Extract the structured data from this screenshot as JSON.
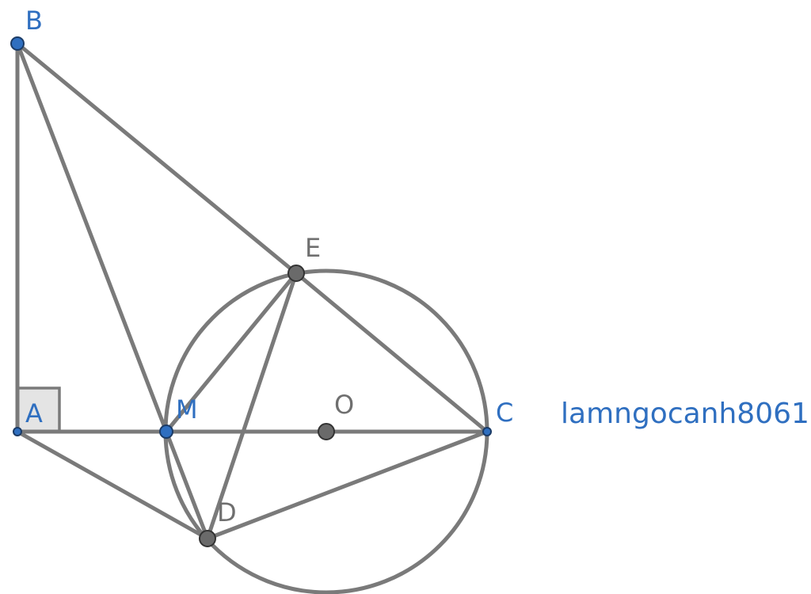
{
  "labels": {
    "B": "B",
    "A": "A",
    "M": "M",
    "O": "O",
    "C": "C",
    "E": "E",
    "D": "D"
  },
  "watermark": "lamngocanh8061",
  "colors": {
    "line": "#7a7a7a",
    "label_primary": "#2f6fc0",
    "label_secondary": "#6f6f6f",
    "point_primary": "#2f6fc0",
    "point_secondary": "#6a6a6a"
  }
}
